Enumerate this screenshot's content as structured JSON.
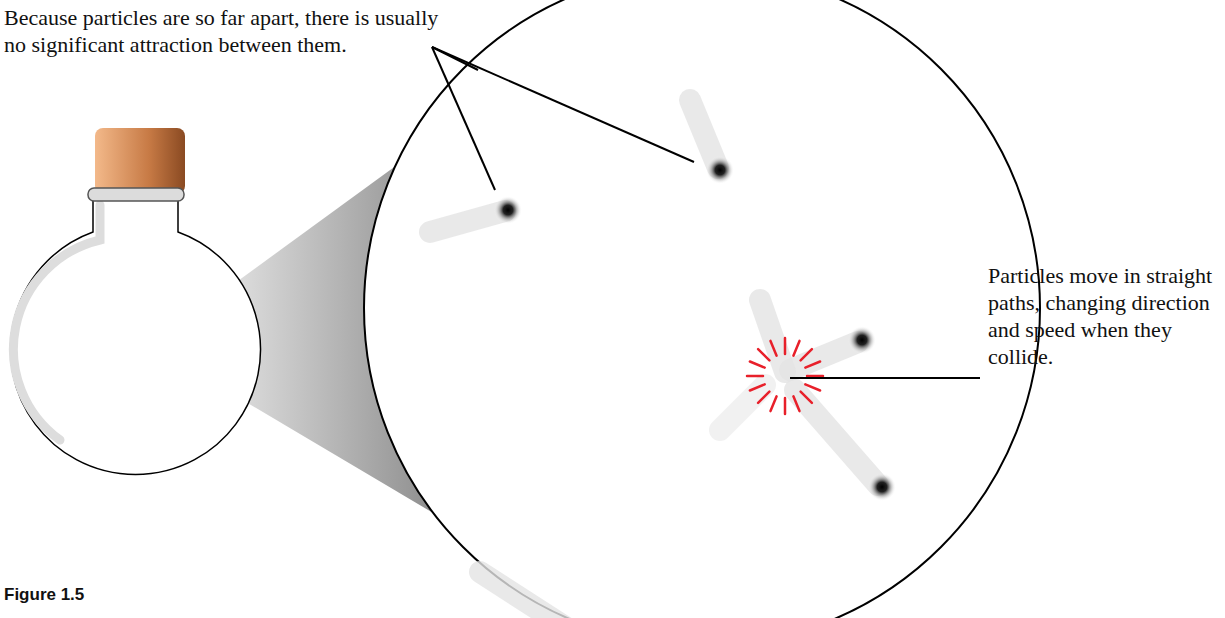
{
  "diagram": {
    "caption": "Figure 1.5",
    "labels": [
      "Because particles are so far apart, there is usually no significant attraction between them.",
      "Particles move in straight paths, changing direction and speed when they collide."
    ]
  }
}
